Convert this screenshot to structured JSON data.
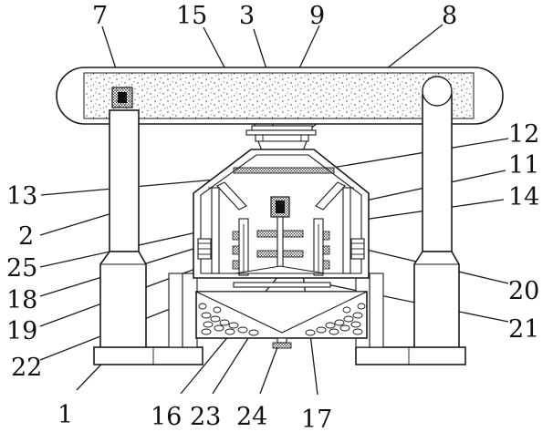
{
  "figure": {
    "type": "mechanical-assembly-drawing",
    "callouts": [
      {
        "id": "label-1",
        "text": "1"
      },
      {
        "id": "label-2",
        "text": "2"
      },
      {
        "id": "label-3",
        "text": "3"
      },
      {
        "id": "label-7",
        "text": "7"
      },
      {
        "id": "label-8",
        "text": "8"
      },
      {
        "id": "label-9",
        "text": "9"
      },
      {
        "id": "label-11",
        "text": "11"
      },
      {
        "id": "label-12",
        "text": "12"
      },
      {
        "id": "label-13",
        "text": "13"
      },
      {
        "id": "label-14",
        "text": "14"
      },
      {
        "id": "label-15",
        "text": "15"
      },
      {
        "id": "label-16",
        "text": "16"
      },
      {
        "id": "label-17",
        "text": "17"
      },
      {
        "id": "label-18",
        "text": "18"
      },
      {
        "id": "label-19",
        "text": "19"
      },
      {
        "id": "label-20",
        "text": "20"
      },
      {
        "id": "label-21",
        "text": "21"
      },
      {
        "id": "label-22",
        "text": "22"
      },
      {
        "id": "label-23",
        "text": "23"
      },
      {
        "id": "label-24",
        "text": "24"
      },
      {
        "id": "label-25",
        "text": "25"
      }
    ]
  }
}
